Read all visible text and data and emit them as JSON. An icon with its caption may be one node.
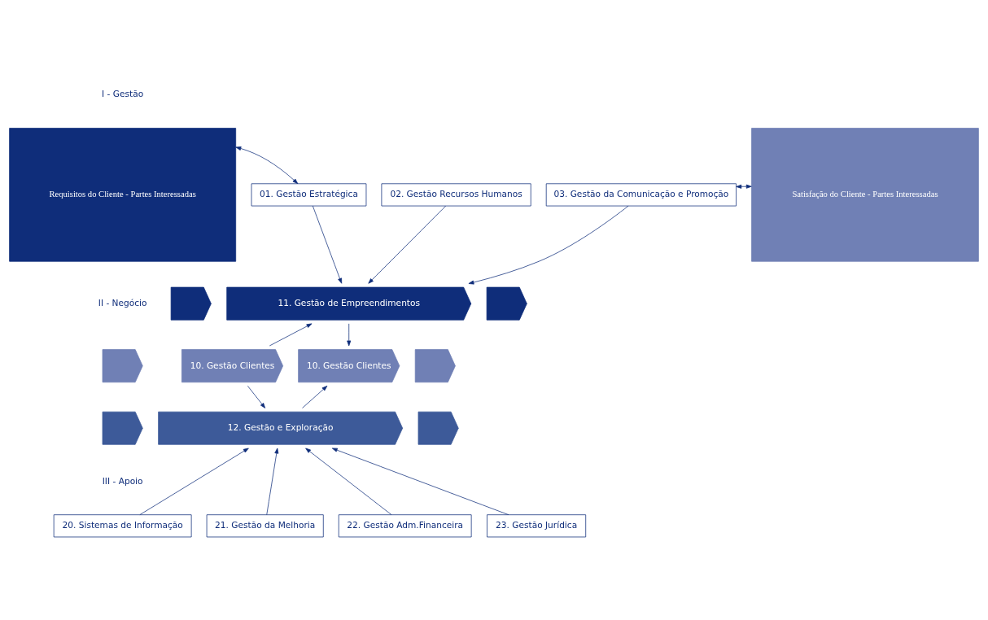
{
  "diagram": {
    "nodes": [
      {
        "text": [
          "Requisitos do Cliente - Partes Interessadas"
        ]
      },
      {
        "text": [
          "Satisfação do Cliente - Partes Interessadas"
        ]
      },
      {
        "text": [
          "01. Gestão Estratégica"
        ]
      },
      {
        "text": [
          "02. Gestão Recursos Humanos"
        ]
      },
      {
        "text": [
          "03. Gestão da Comunicação e Promoção"
        ]
      },
      {
        "text": [
          "11. Gestão de Empreendimentos"
        ]
      },
      {
        "text": [
          "10. Gestão Clientes"
        ]
      },
      {
        "text": [
          "10. Gestão Clientes"
        ]
      },
      {
        "text": [
          "12. Gestão e Exploração"
        ]
      },
      {
        "text": [
          "20. Sistemas de Informação"
        ]
      },
      {
        "text": [
          "21. Gestão da Melhoria"
        ]
      },
      {
        "text": [
          "22. Gestão Adm.Financeira"
        ]
      },
      {
        "text": [
          "23. Gestão Jurídica"
        ]
      },
      {
        "text": [],
        "shape": "chevron"
      },
      {
        "text": [],
        "shape": "chevron"
      },
      {
        "text": [],
        "shape": "chevron"
      },
      {
        "text": [],
        "shape": "chevron"
      },
      {
        "text": [],
        "shape": "chevron"
      },
      {
        "text": [],
        "shape": "chevron"
      }
    ],
    "edges": [
      {
        "from": 0,
        "to": 2,
        "arrow": "both"
      },
      {
        "from": 4,
        "to": 1,
        "arrow": "both"
      },
      {
        "from": 2,
        "to": 5,
        "arrow": "to"
      },
      {
        "from": 3,
        "to": 5,
        "arrow": "to"
      },
      {
        "from": 4,
        "to": 5,
        "arrow": "to"
      },
      {
        "from": 6,
        "to": 5,
        "arrow": "to"
      },
      {
        "from": 6,
        "to": 8,
        "arrow": "to"
      },
      {
        "from": 5,
        "to": 7,
        "arrow": "to"
      },
      {
        "from": 8,
        "to": 7,
        "arrow": "to"
      },
      {
        "from": 9,
        "to": 8,
        "arrow": "to"
      },
      {
        "from": 10,
        "to": 8,
        "arrow": "to"
      },
      {
        "from": 11,
        "to": 8,
        "arrow": "to"
      },
      {
        "from": 12,
        "to": 8,
        "arrow": "to"
      }
    ],
    "labels": [
      "I - Gestão",
      "II - Negócio",
      "III - Apoio"
    ]
  }
}
